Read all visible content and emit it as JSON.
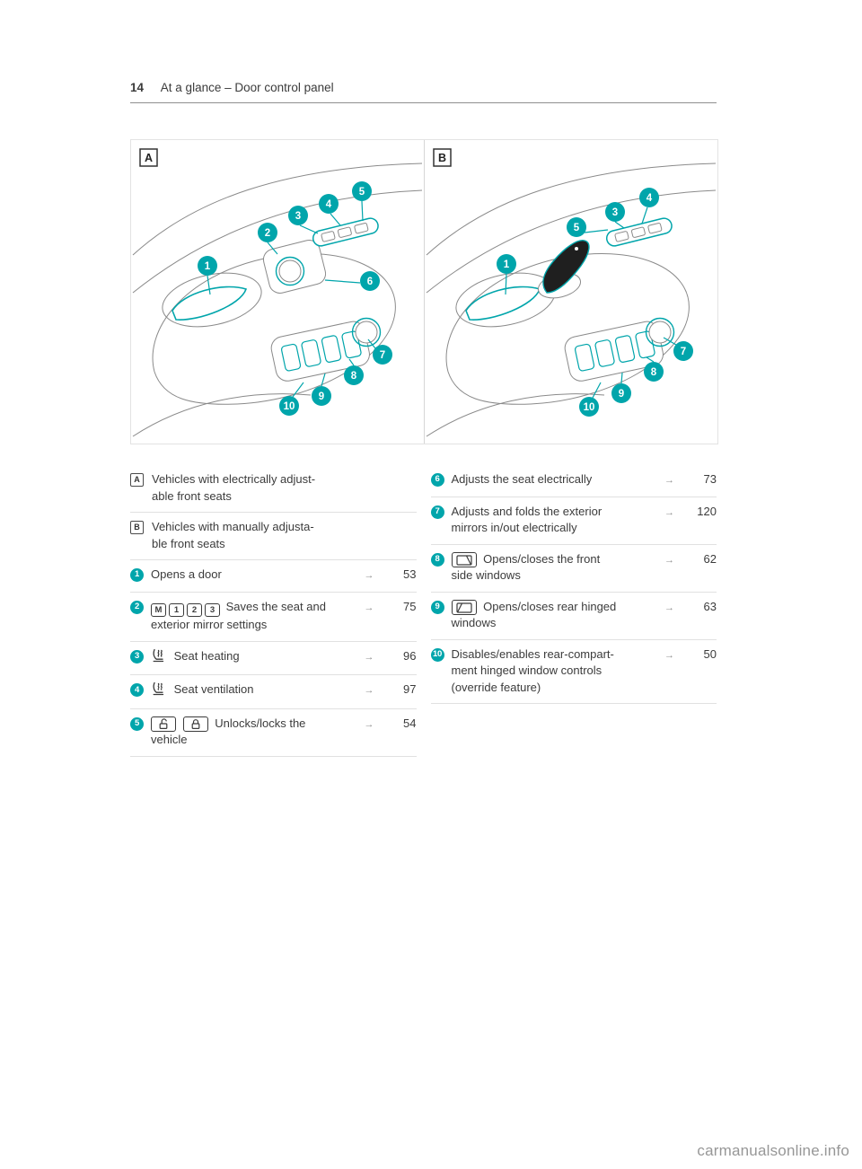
{
  "page": {
    "number": "14",
    "title": "At a glance – Door control panel",
    "watermark": "carmanualsonline.info"
  },
  "colors": {
    "accent_teal": "#00A5AB",
    "line_gray": "#8a8a8a"
  },
  "figure": {
    "panels": [
      {
        "label": "A",
        "callouts": [
          "1",
          "2",
          "3",
          "4",
          "5",
          "6",
          "7",
          "8",
          "9",
          "10"
        ]
      },
      {
        "label": "B",
        "callouts": [
          "1",
          "5",
          "3",
          "4",
          "7",
          "8",
          "9",
          "10"
        ]
      }
    ]
  },
  "legend": {
    "arrow": "→",
    "left": [
      {
        "marker": "A",
        "text": "Vehicles with electrically adjust-\nable front seats"
      },
      {
        "marker": "B",
        "text": "Vehicles with manually adjusta-\nble front seats"
      },
      {
        "marker": "1",
        "text": "Opens a door",
        "page": "53"
      },
      {
        "marker": "2",
        "keys": [
          "M",
          "1",
          "2",
          "3"
        ],
        "text": "Saves the seat and\nexterior mirror settings",
        "page": "75"
      },
      {
        "marker": "3",
        "icon": "seat-heating-icon",
        "text": "Seat heating",
        "page": "96"
      },
      {
        "marker": "4",
        "icon": "seat-ventilation-icon",
        "text": "Seat ventilation",
        "page": "97"
      },
      {
        "marker": "5",
        "icons": [
          "unlock-icon",
          "lock-icon"
        ],
        "text": "Unlocks/locks the\nvehicle",
        "page": "54"
      }
    ],
    "right": [
      {
        "marker": "6",
        "text": "Adjusts the seat electrically",
        "page": "73"
      },
      {
        "marker": "7",
        "text": "Adjusts and folds the exterior\nmirrors in/out electrically",
        "page": "120"
      },
      {
        "marker": "8",
        "icon": "window-front-icon",
        "text": "Opens/closes the front\nside windows",
        "page": "62"
      },
      {
        "marker": "9",
        "icon": "window-rear-icon",
        "text": "Opens/closes rear hinged\nwindows",
        "page": "63"
      },
      {
        "marker": "10",
        "text": "Disables/enables rear-compart-\nment hinged window controls\n(override feature)",
        "page": "50"
      }
    ]
  }
}
